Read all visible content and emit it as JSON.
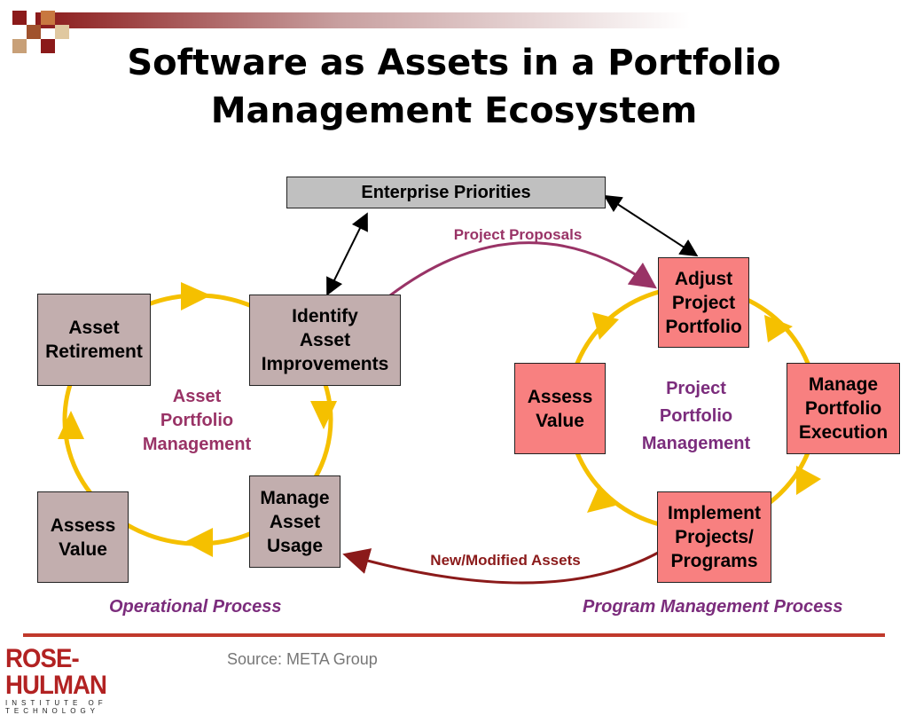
{
  "title": "Software as Assets in a Portfolio\nManagement Ecosystem",
  "colors": {
    "accent_red": "#8b1a1a",
    "cycle_yellow": "#f5c000",
    "purple_text": "#993366",
    "box_mauve": "#c2aeae",
    "box_pink": "#f88080",
    "box_grey": "#c0c0c0"
  },
  "diagram": {
    "top_box": "Enterprise Priorities",
    "left_cycle": {
      "center_label": "Asset\nPortfolio\nManagement",
      "boxes": {
        "asset_retirement": "Asset\nRetirement",
        "identify_asset_improvements": "Identify\nAsset\nImprovements",
        "manage_asset_usage": "Manage\nAsset\nUsage",
        "assess_value": "Assess\nValue"
      }
    },
    "right_cycle": {
      "center_label": "Project\nPortfolio\nManagement",
      "boxes": {
        "adjust_project_portfolio": "Adjust\nProject\nPortfolio",
        "manage_portfolio_execution": "Manage\nPortfolio\nExecution",
        "implement_projects_programs": "Implement\nProjects/\nPrograms",
        "assess_value": "Assess\nValue"
      }
    },
    "flows": {
      "project_proposals": "Project Proposals",
      "new_modified_assets": "New/Modified Assets"
    },
    "footer_labels": {
      "left": "Operational Process",
      "right": "Program Management Process"
    }
  },
  "footer": {
    "logo_text": "ROSE-HULMAN",
    "logo_subtitle": "INSTITUTE OF TECHNOLOGY",
    "source": "Source: META Group"
  }
}
